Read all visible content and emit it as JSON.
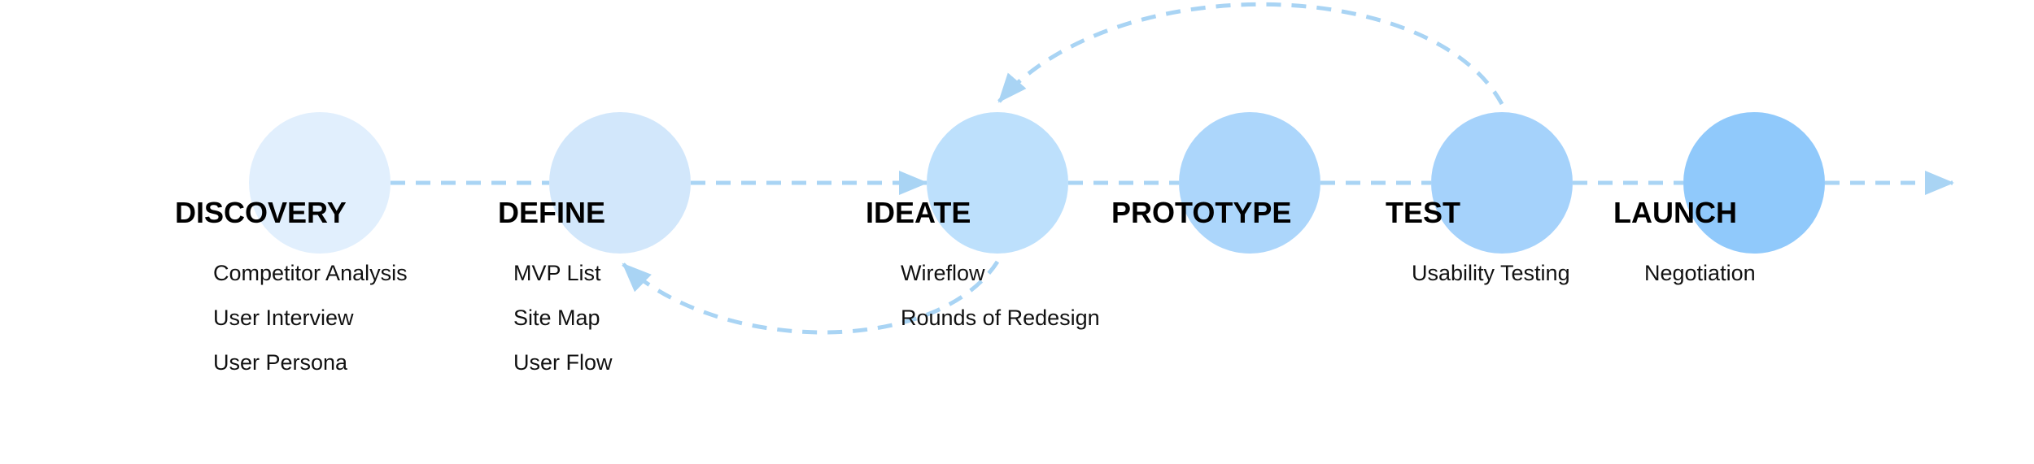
{
  "diagram": {
    "flow_color": "#a9d4f4",
    "stages": [
      {
        "id": "discovery",
        "title": "DISCOVERY",
        "fill": "#e1effd",
        "items": [
          "Competitor Analysis",
          "User Interview",
          "User Persona"
        ]
      },
      {
        "id": "define",
        "title": "DEFINE",
        "fill": "#d2e7fb",
        "items": [
          "MVP List",
          "Site Map",
          "User Flow"
        ]
      },
      {
        "id": "ideate",
        "title": "IDEATE",
        "fill": "#bde0fc",
        "items": [
          "Wireflow",
          "Rounds of Redesign"
        ]
      },
      {
        "id": "prototype",
        "title": "PROTOTYPE",
        "fill": "#acd6fb",
        "items": []
      },
      {
        "id": "test",
        "title": "TEST",
        "fill": "#a5d2fb",
        "items": [
          "Usability Testing"
        ]
      },
      {
        "id": "launch",
        "title": "LAUNCH",
        "fill": "#90c9fb",
        "items": [
          "Negotiation"
        ]
      }
    ],
    "connectors": [
      {
        "id": "feedback-test-to-ideate",
        "from": "test",
        "to": "ideate"
      },
      {
        "id": "feedback-ideate-to-define",
        "from": "ideate",
        "to": "define"
      }
    ]
  }
}
